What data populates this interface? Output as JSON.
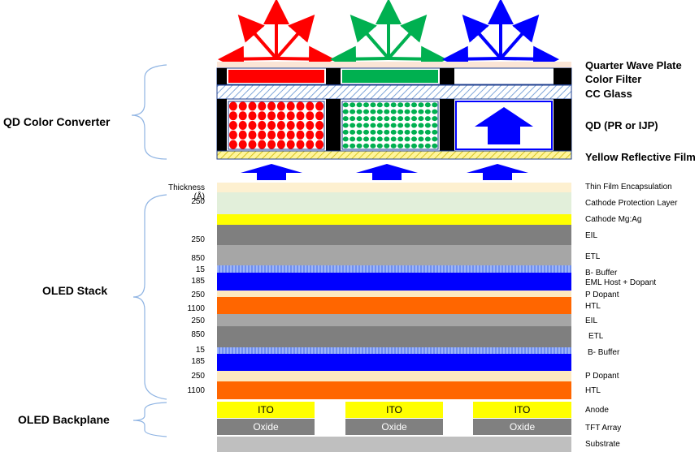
{
  "groups": {
    "qd_color_converter": "QD Color Converter",
    "oled_stack": "OLED Stack",
    "oled_backplane": "OLED Backplane"
  },
  "qd_labels": {
    "quarter_wave_plate": "Quarter Wave Plate",
    "color_filter": "Color Filter",
    "cc_glass": "CC Glass",
    "qd": "QD (PR or IJP)",
    "yellow_reflective_film": "Yellow Reflective Film"
  },
  "thickness_header": "Thickness (Å)",
  "stack_layers": [
    {
      "name": "Thin Film Encapsulation",
      "thickness": "",
      "color": "#fdf0d0"
    },
    {
      "name": "Cathode Protection Layer",
      "thickness": "250",
      "color": "#e2efda"
    },
    {
      "name": "Cathode Mg:Ag",
      "thickness": "",
      "color": "#ffff00"
    },
    {
      "name": "EIL",
      "thickness": "250",
      "color": "#7f7f7f"
    },
    {
      "name": "ETL",
      "thickness": "850",
      "color": "#a6a6a6"
    },
    {
      "name": "B- Buffer",
      "thickness": "15",
      "color": "#8ea9f5"
    },
    {
      "name": "EML Host + Dopant",
      "thickness": "185",
      "color": "#0000ff"
    },
    {
      "name": "P Dopant",
      "thickness": "250",
      "color": "#fde9c0"
    },
    {
      "name": "HTL",
      "thickness": "1100",
      "color": "#ff6600"
    },
    {
      "name": "EIL",
      "thickness": "250",
      "color": "#a6a6a6"
    },
    {
      "name": "ETL",
      "thickness": "850",
      "color": "#7f7f7f"
    },
    {
      "name": "B- Buffer",
      "thickness": "15",
      "color": "#8ea9f5"
    },
    {
      "name": "",
      "thickness": "185",
      "color": "#0000ff"
    },
    {
      "name": "P Dopant",
      "thickness": "250",
      "color": "#fde9c0"
    },
    {
      "name": "HTL",
      "thickness": "1100",
      "color": "#ff6600"
    }
  ],
  "backplane": {
    "ito_label": "ITO",
    "oxide_label": "Oxide",
    "anode": "Anode",
    "tft_array": "TFT Array",
    "substrate": "Substrate"
  },
  "colors": {
    "red": "#ff0000",
    "green": "#00b050",
    "blue": "#0000ff",
    "bracket": "#8fb4e3"
  }
}
